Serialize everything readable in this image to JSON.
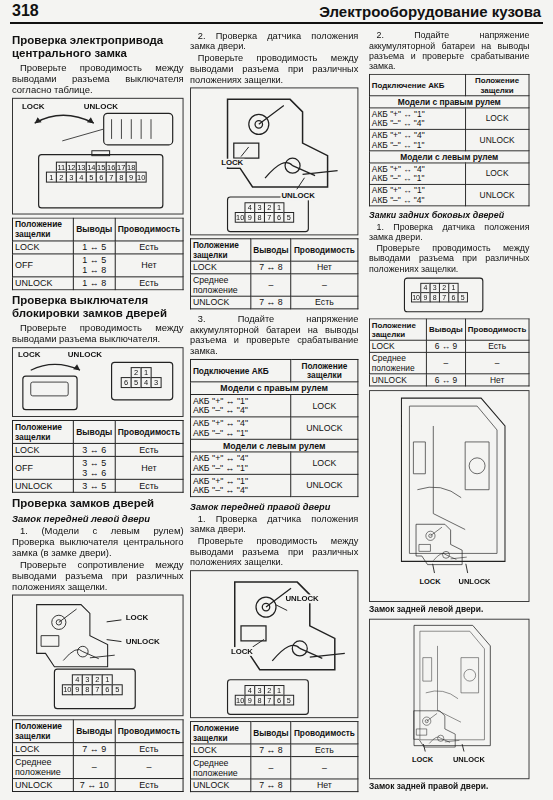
{
  "diagram": {
    "title": "Электрооборудование кузова",
    "labels": [
      "318",
      "Проверка электропривода центрального замка",
      "Проверьте проводимость между выводами разъема выключателя согласно таблице.",
      "LOCK",
      "UNLOCK",
      "11",
      "12",
      "13",
      "14",
      "15",
      "16",
      "17",
      "18",
      "1",
      "2",
      "3",
      "4",
      "5",
      "6",
      "7",
      "8",
      "9",
      "10",
      "Положение защелки",
      "Выводы",
      "Проводимость",
      "LOCK",
      "1 ↔ 5",
      "Есть",
      "OFF",
      "1 ↔ 5",
      "1 ↔ 8",
      "Нет",
      "UNLOCK",
      "1 ↔ 8",
      "Есть",
      "Проверка выключателя блокировки замков дверей",
      "Проверьте проводимость между выводами разъема выключателя.",
      "LOCK",
      "UNLOCK",
      "2",
      "1",
      "6",
      "5",
      "4",
      "3",
      "Положение защелки",
      "Выводы",
      "Проводимость",
      "LOCK",
      "3 ↔ 6",
      "Есть",
      "OFF",
      "3 ↔ 5",
      "3 ↔ 6",
      "Нет",
      "UNLOCK",
      "3 ↔ 5",
      "Есть",
      "Проверка замков дверей",
      "Замок передней левой двери",
      "1. (Модели с левым рулем) Проверка выключателя центрального замка (в замке двери).",
      "Проверьте сопротивление между выводами разъема при различных положениях защелки.",
      "LOCK",
      "UNLOCK",
      "4",
      "3",
      "2",
      "1",
      "10",
      "9",
      "8",
      "7",
      "6",
      "5",
      "Положение защелки",
      "Выводы",
      "Проводимость",
      "LOCK",
      "7 ↔ 9",
      "Есть",
      "Среднее положение",
      "–",
      "–",
      "UNLOCK",
      "7 ↔ 10",
      "Есть",
      "2. Проверка датчика положения замка двери.",
      "Проверьте проводимость между выводами разъема при различных положениях защелки.",
      "LOCK",
      "UNLOCK",
      "4",
      "3",
      "2",
      "1",
      "10",
      "9",
      "8",
      "7",
      "6",
      "5",
      "Положение защелки",
      "Выводы",
      "Проводимость",
      "LOCK",
      "7 ↔ 8",
      "Нет",
      "Среднее положение",
      "–",
      "–",
      "UNLOCK",
      "7 ↔ 8",
      "Есть",
      "3. Подайте напряжение аккумуляторной батареи на выводы разъема и проверьте срабатывание замка.",
      "Подключение АКБ",
      "Положение защелки",
      "Модели с правым рулем",
      "АКБ \"+\" ↔ \"1\"",
      "АКБ \"–\" ↔ \"4\"",
      "LOCK",
      "АКБ \"+\" ↔ \"4\"",
      "АКБ \"–\" ↔ \"1\"",
      "UNLOCK",
      "Модели с левым рулем",
      "АКБ \"+\" ↔ \"4\"",
      "АКБ \"–\" ↔ \"1\"",
      "LOCK",
      "АКБ \"+\" ↔ \"1\"",
      "АКБ \"–\" ↔ \"4\"",
      "UNLOCK",
      "Замок передней правой двери",
      "1. Проверка датчика положения замка двери.",
      "Проверьте проводимость между выводами разъема при различных положениях защелки.",
      "UNLOCK",
      "LOCK",
      "4",
      "3",
      "2",
      "1",
      "10",
      "9",
      "8",
      "7",
      "6",
      "5",
      "Положение защелки",
      "Выводы",
      "Проводимость",
      "LOCK",
      "7 ↔ 8",
      "Есть",
      "Среднее положение",
      "–",
      "–",
      "UNLOCK",
      "7 ↔ 8",
      "Нет",
      "2. Подайте напряжение аккумуляторной батареи на выводы разъема и проверьте срабатывание замка.",
      "Подключение АКБ",
      "Положение защелки",
      "Модели с правым рулем",
      "АКБ \"+\" ↔ \"1\"",
      "АКБ \"–\" ↔ \"4\"",
      "LOCK",
      "АКБ \"+\" ↔ \"4\"",
      "АКБ \"–\" ↔ \"1\"",
      "UNLOCK",
      "Модели с левым рулем",
      "АКБ \"+\" ↔ \"4\"",
      "АКБ \"–\" ↔ \"1\"",
      "LOCK",
      "АКБ \"+\" ↔ \"1\"",
      "АКБ \"–\" ↔ \"4\"",
      "UNLOCK",
      "Замки задних боковых дверей",
      "1. Проверка датчика положения замка двери.",
      "Проверьте проводимость между выводами разъема при различных положениях защелки.",
      "4",
      "3",
      "2",
      "1",
      "10",
      "9",
      "8",
      "7",
      "6",
      "5",
      "Положение защелки",
      "Выводы",
      "Проводимость",
      "LOCK",
      "6 ↔ 9",
      "Есть",
      "Среднее положение",
      "–",
      "–",
      "UNLOCK",
      "6 ↔ 9",
      "Нет",
      "LOCK",
      "UNLOCK",
      "Замок задней левой двери.",
      "LOCK",
      "UNLOCK",
      "Замок задней правой двери."
    ]
  }
}
